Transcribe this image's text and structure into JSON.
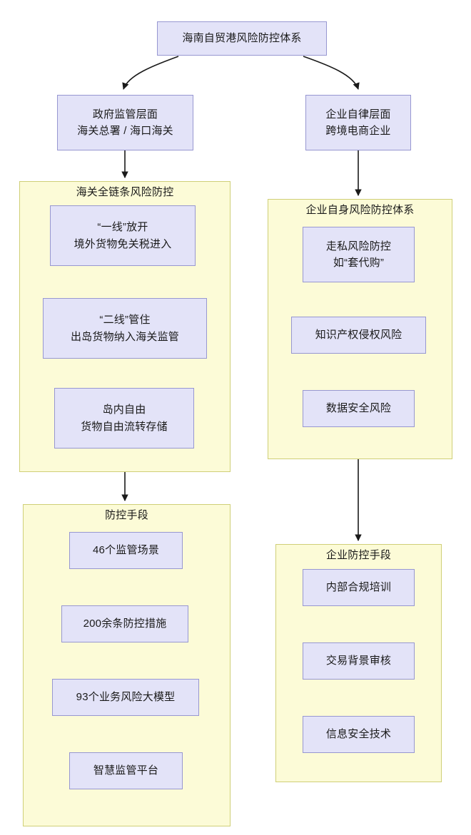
{
  "diagram": {
    "title": "海南自贸港风险防控体系",
    "colors": {
      "node_fill": "#e3e3f8",
      "node_border": "#9797d1",
      "group_fill": "#fcfbd7",
      "group_border": "#cfcf77",
      "edge": "#1a1a1a",
      "text": "#1a1a1a",
      "background": "#ffffff"
    },
    "root": {
      "label": "海南自贸港风险防控体系"
    },
    "branches": [
      {
        "id": "government",
        "header_lines": [
          "政府监管层面",
          "海关总署 / 海口海关"
        ],
        "groups": [
          {
            "id": "customs-chain",
            "title": "海关全链条风险防控",
            "items": [
              {
                "lines": [
                  "“一线”放开",
                  "境外货物免关税进入"
                ]
              },
              {
                "lines": [
                  "“二线”管住",
                  "出岛货物纳入海关监管"
                ]
              },
              {
                "lines": [
                  "岛内自由",
                  "货物自由流转存储"
                ]
              }
            ]
          },
          {
            "id": "control-measures",
            "title": "防控手段",
            "items": [
              {
                "lines": [
                  "46个监管场景"
                ]
              },
              {
                "lines": [
                  "200余条防控措施"
                ]
              },
              {
                "lines": [
                  "93个业务风险大模型"
                ]
              },
              {
                "lines": [
                  "智慧监管平台"
                ]
              }
            ]
          }
        ]
      },
      {
        "id": "enterprise",
        "header_lines": [
          "企业自律层面",
          "跨境电商企业"
        ],
        "groups": [
          {
            "id": "enterprise-risk-system",
            "title": "企业自身风险防控体系",
            "items": [
              {
                "lines": [
                  "走私风险防控",
                  "如“套代购”"
                ]
              },
              {
                "lines": [
                  "知识产权侵权风险"
                ]
              },
              {
                "lines": [
                  "数据安全风险"
                ]
              }
            ]
          },
          {
            "id": "enterprise-measures",
            "title": "企业防控手段",
            "items": [
              {
                "lines": [
                  "内部合规培训"
                ]
              },
              {
                "lines": [
                  "交易背景审核"
                ]
              },
              {
                "lines": [
                  "信息安全技术"
                ]
              }
            ]
          }
        ]
      }
    ]
  }
}
